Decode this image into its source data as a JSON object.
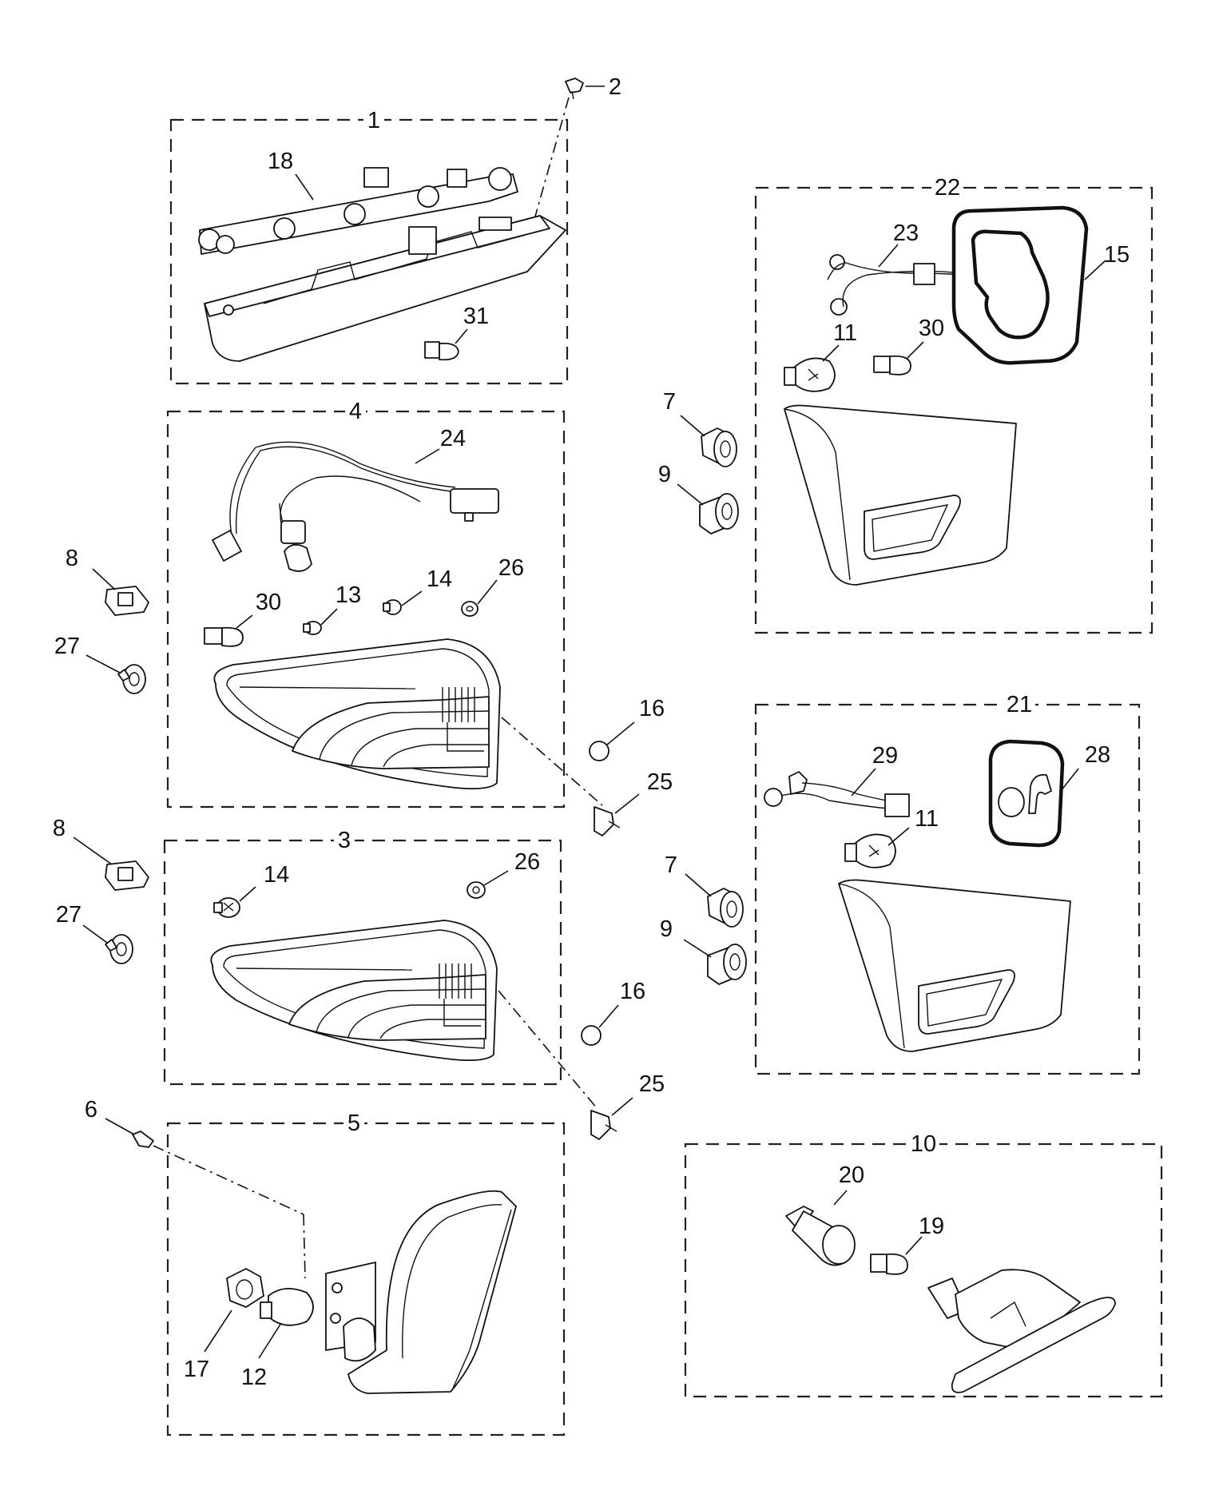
{
  "callouts": [
    "1",
    "2",
    "3",
    "4",
    "5",
    "6",
    "7",
    "8",
    "9",
    "10",
    "11",
    "12",
    "13",
    "14",
    "15",
    "16",
    "17",
    "18",
    "19",
    "20",
    "21",
    "22",
    "23",
    "24",
    "25",
    "26",
    "27",
    "28",
    "29",
    "30",
    "31"
  ],
  "labels": [
    {
      "id": "l1",
      "text": "1"
    },
    {
      "id": "l2",
      "text": "2"
    },
    {
      "id": "l18",
      "text": "18"
    },
    {
      "id": "l31",
      "text": "31"
    },
    {
      "id": "l4",
      "text": "4"
    },
    {
      "id": "l24",
      "text": "24"
    },
    {
      "id": "l8a",
      "text": "8"
    },
    {
      "id": "l27a",
      "text": "27"
    },
    {
      "id": "l30a",
      "text": "30"
    },
    {
      "id": "l13",
      "text": "13"
    },
    {
      "id": "l14a",
      "text": "14"
    },
    {
      "id": "l26a",
      "text": "26"
    },
    {
      "id": "l16a",
      "text": "16"
    },
    {
      "id": "l25a",
      "text": "25"
    },
    {
      "id": "l3",
      "text": "3"
    },
    {
      "id": "l8b",
      "text": "8"
    },
    {
      "id": "l27b",
      "text": "27"
    },
    {
      "id": "l14b",
      "text": "14"
    },
    {
      "id": "l26b",
      "text": "26"
    },
    {
      "id": "l16b",
      "text": "16"
    },
    {
      "id": "l25b",
      "text": "25"
    },
    {
      "id": "l6",
      "text": "6"
    },
    {
      "id": "l5",
      "text": "5"
    },
    {
      "id": "l17",
      "text": "17"
    },
    {
      "id": "l12",
      "text": "12"
    },
    {
      "id": "l22",
      "text": "22"
    },
    {
      "id": "l23",
      "text": "23"
    },
    {
      "id": "l15",
      "text": "15"
    },
    {
      "id": "l11a",
      "text": "11"
    },
    {
      "id": "l30b",
      "text": "30"
    },
    {
      "id": "l7a",
      "text": "7"
    },
    {
      "id": "l9a",
      "text": "9"
    },
    {
      "id": "l21",
      "text": "21"
    },
    {
      "id": "l29",
      "text": "29"
    },
    {
      "id": "l28",
      "text": "28"
    },
    {
      "id": "l11b",
      "text": "11"
    },
    {
      "id": "l7b",
      "text": "7"
    },
    {
      "id": "l9b",
      "text": "9"
    },
    {
      "id": "l10",
      "text": "10"
    },
    {
      "id": "l20",
      "text": "20"
    },
    {
      "id": "l19",
      "text": "19"
    }
  ]
}
